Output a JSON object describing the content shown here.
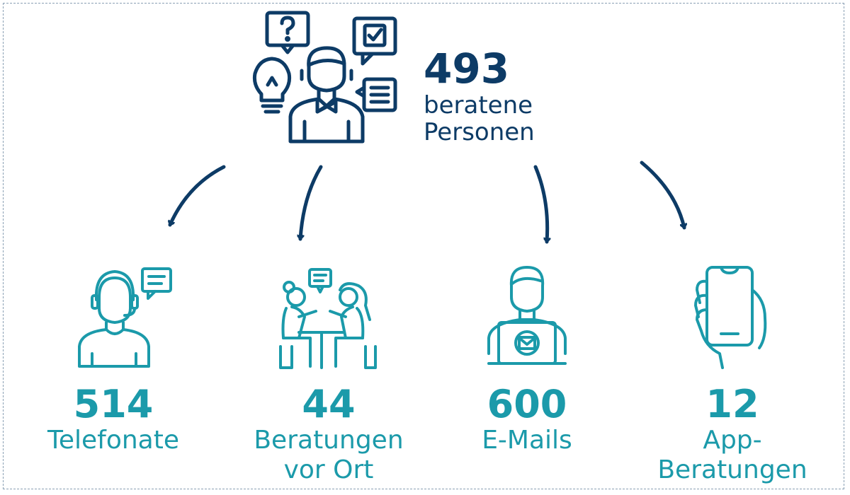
{
  "main": {
    "value": "493",
    "label_line1": "beratene",
    "label_line2": "Personen"
  },
  "colors": {
    "dark": "#0d3b66",
    "teal": "#1b9aaa"
  },
  "channels": [
    {
      "value": "514",
      "label_line1": "Telefonate",
      "label_line2": "",
      "icon": "headset-agent-icon"
    },
    {
      "value": "44",
      "label_line1": "Beratungen",
      "label_line2": "vor Ort",
      "icon": "in-person-meeting-icon"
    },
    {
      "value": "600",
      "label_line1": "E-Mails",
      "label_line2": "",
      "icon": "laptop-email-icon"
    },
    {
      "value": "12",
      "label_line1": "App-",
      "label_line2": "Beratungen",
      "icon": "smartphone-hand-icon"
    }
  ]
}
